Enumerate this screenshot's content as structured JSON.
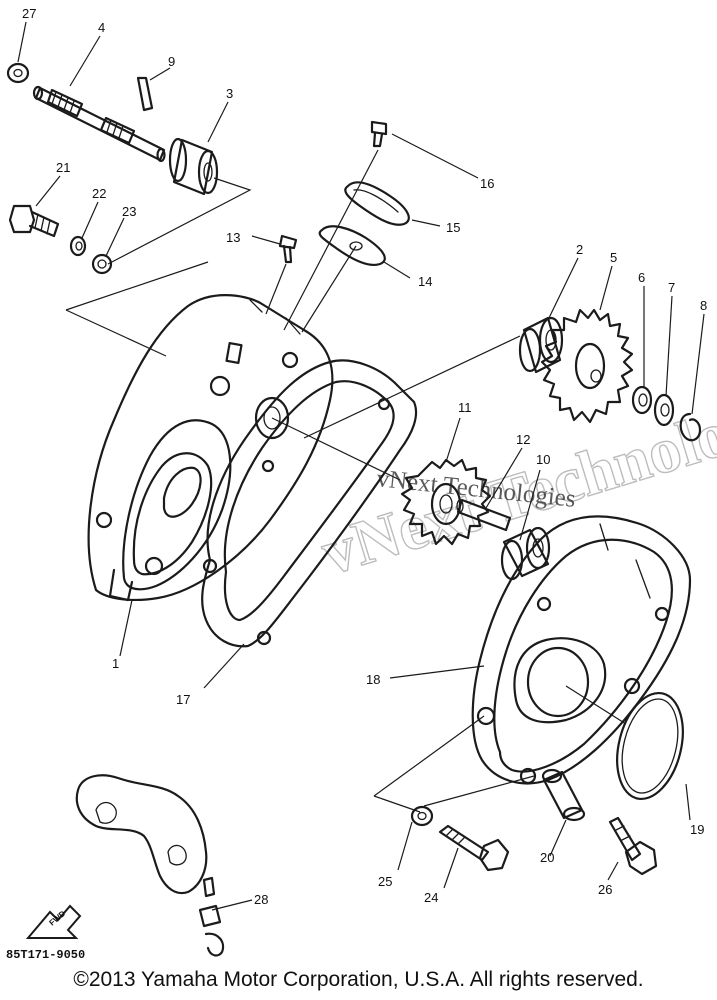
{
  "diagram": {
    "callout_numbers": {
      "p1": "1",
      "p2": "2",
      "p3": "3",
      "p4": "4",
      "p5": "5",
      "p6": "6",
      "p7": "7",
      "p8": "8",
      "p9": "9",
      "p10": "10",
      "p11": "11",
      "p12": "12",
      "p13": "13",
      "p14": "14",
      "p15": "15",
      "p16": "16",
      "p17": "17",
      "p18": "18",
      "p19": "19",
      "p20": "20",
      "p21": "21",
      "p22": "22",
      "p23": "23",
      "p24": "24",
      "p25": "25",
      "p26": "26",
      "p27": "27",
      "p28": "28"
    },
    "watermark_outline": "vNext Technologies",
    "watermark_overlay": "vNext Technologies",
    "fwd_label": "FWD",
    "diagram_code": "85T171-9050"
  },
  "footer": {
    "copyright": "©2013 Yamaha Motor Corporation, U.S.A. All rights reserved."
  }
}
